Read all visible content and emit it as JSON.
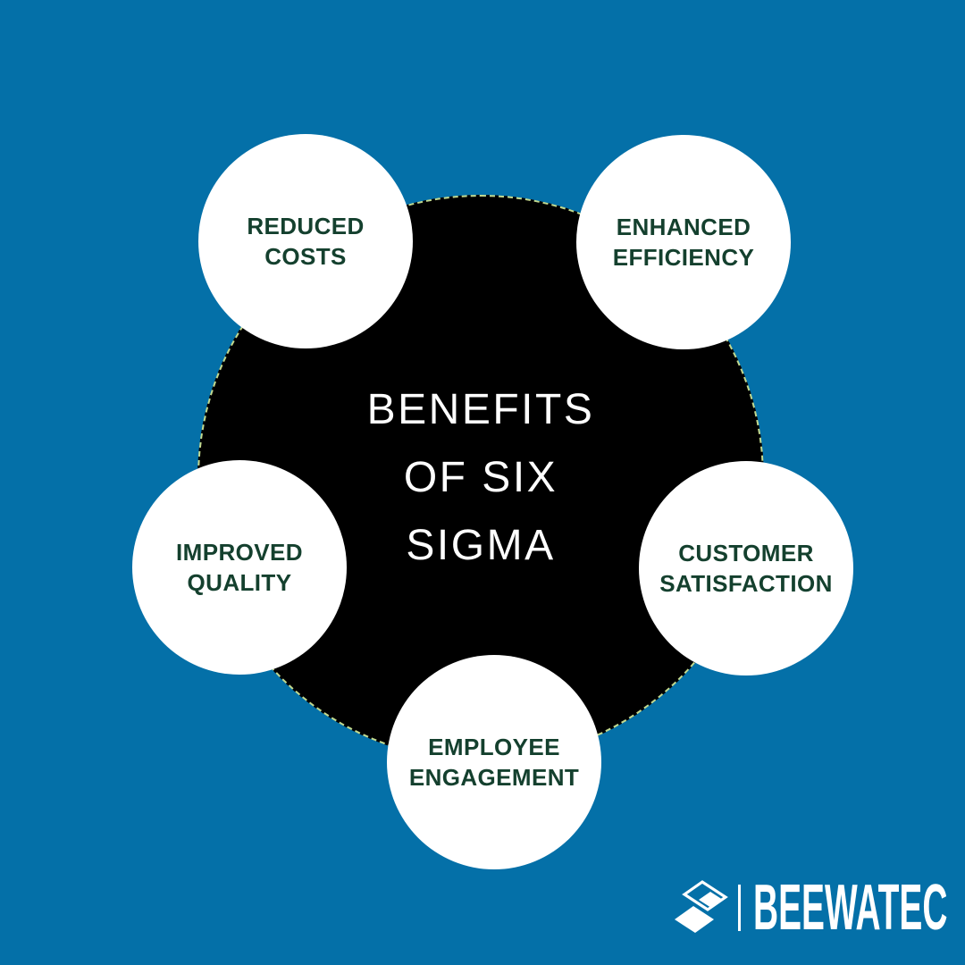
{
  "title": {
    "line1": "BENEFITS",
    "line2": "OF SIX",
    "line3": "SIGMA"
  },
  "benefits": [
    {
      "id": "reduced-costs",
      "line1": "REDUCED",
      "line2": "COSTS"
    },
    {
      "id": "enhanced-efficiency",
      "line1": "ENHANCED",
      "line2": "EFFICIENCY"
    },
    {
      "id": "improved-quality",
      "line1": "IMPROVED",
      "line2": "QUALITY"
    },
    {
      "id": "customer-satisfaction",
      "line1": "CUSTOMER",
      "line2": "SATISFACTION"
    },
    {
      "id": "employee-engagement",
      "line1": "EMPLOYEE",
      "line2": "ENGAGEMENT"
    }
  ],
  "logo": {
    "text": "BEEWATEC",
    "icon": "beewatec-tiles-icon"
  },
  "colors": {
    "background_blue": "#0470A8",
    "center_circle_black": "#000000",
    "center_circle_dash": "#C3D98E",
    "benefit_circle_white": "#FFFFFF",
    "benefit_text_green": "#14402E",
    "title_text_white": "#FFFFFF",
    "logo_white": "#FFFFFF"
  }
}
